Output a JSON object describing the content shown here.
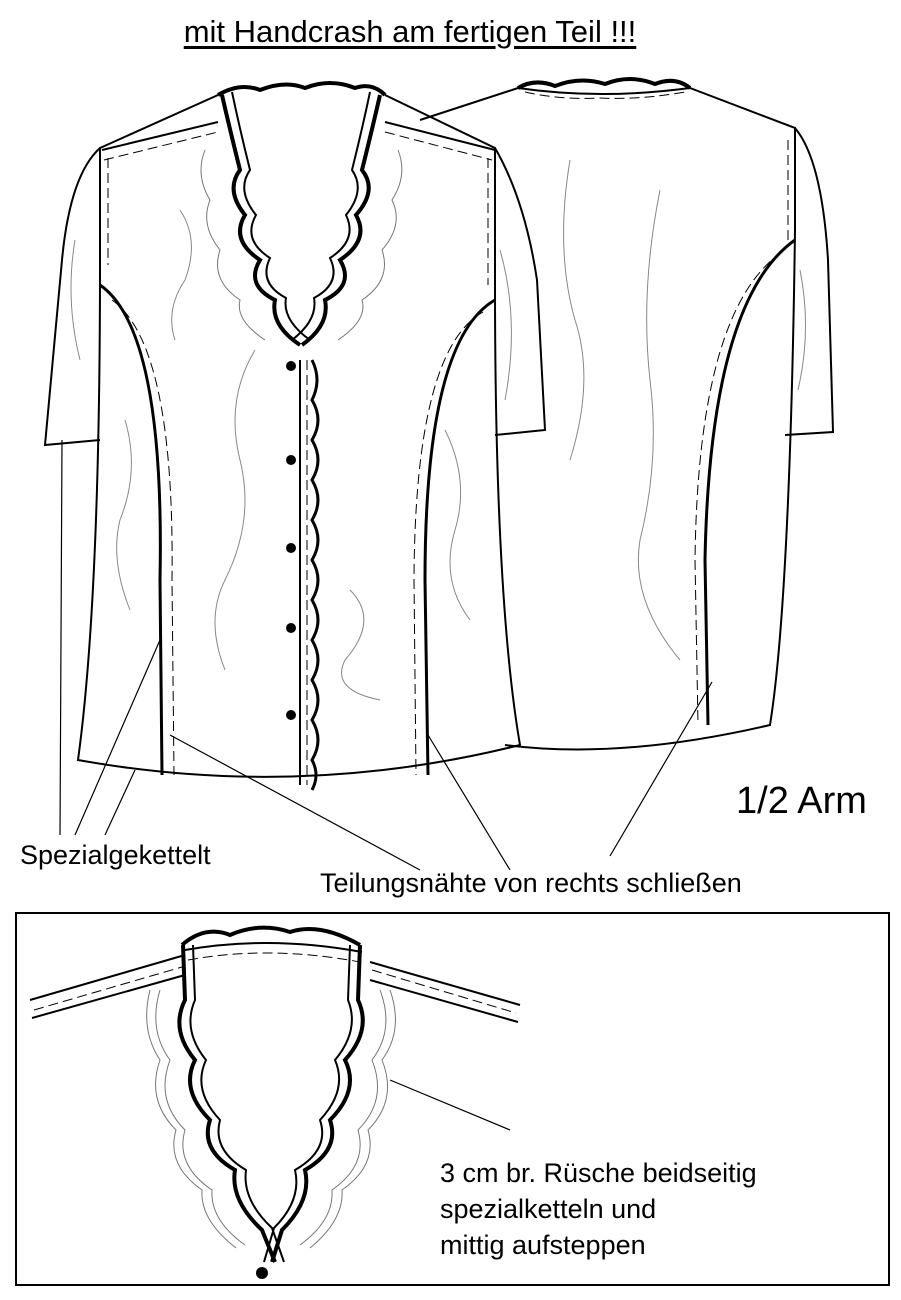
{
  "title": "mit Handcrash am fertigen Teil !!!",
  "arm_label": "1/2 Arm",
  "labels": {
    "spezialgekettelt": "Spezialgekettelt",
    "teilungsnaehte": "Teilungsnähte von rechts schließen"
  },
  "detail_note": {
    "line1": "3 cm br. Rüsche beidseitig",
    "line2": "spezialketteln und",
    "line3": "mittig aufsteppen"
  },
  "buttons_count": 5
}
